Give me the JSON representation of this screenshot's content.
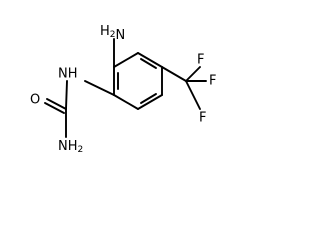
{
  "molecule": {
    "labels": {
      "amine_nh2": "H2N",
      "linker_nh": "NH",
      "urea_o": "O",
      "urea_nh2": "NH2",
      "f_top": "F",
      "f_mid": "F",
      "f_bottom": "F"
    },
    "colors": {
      "bond": "#000000",
      "text": "#000000",
      "background": "#ffffff"
    }
  }
}
